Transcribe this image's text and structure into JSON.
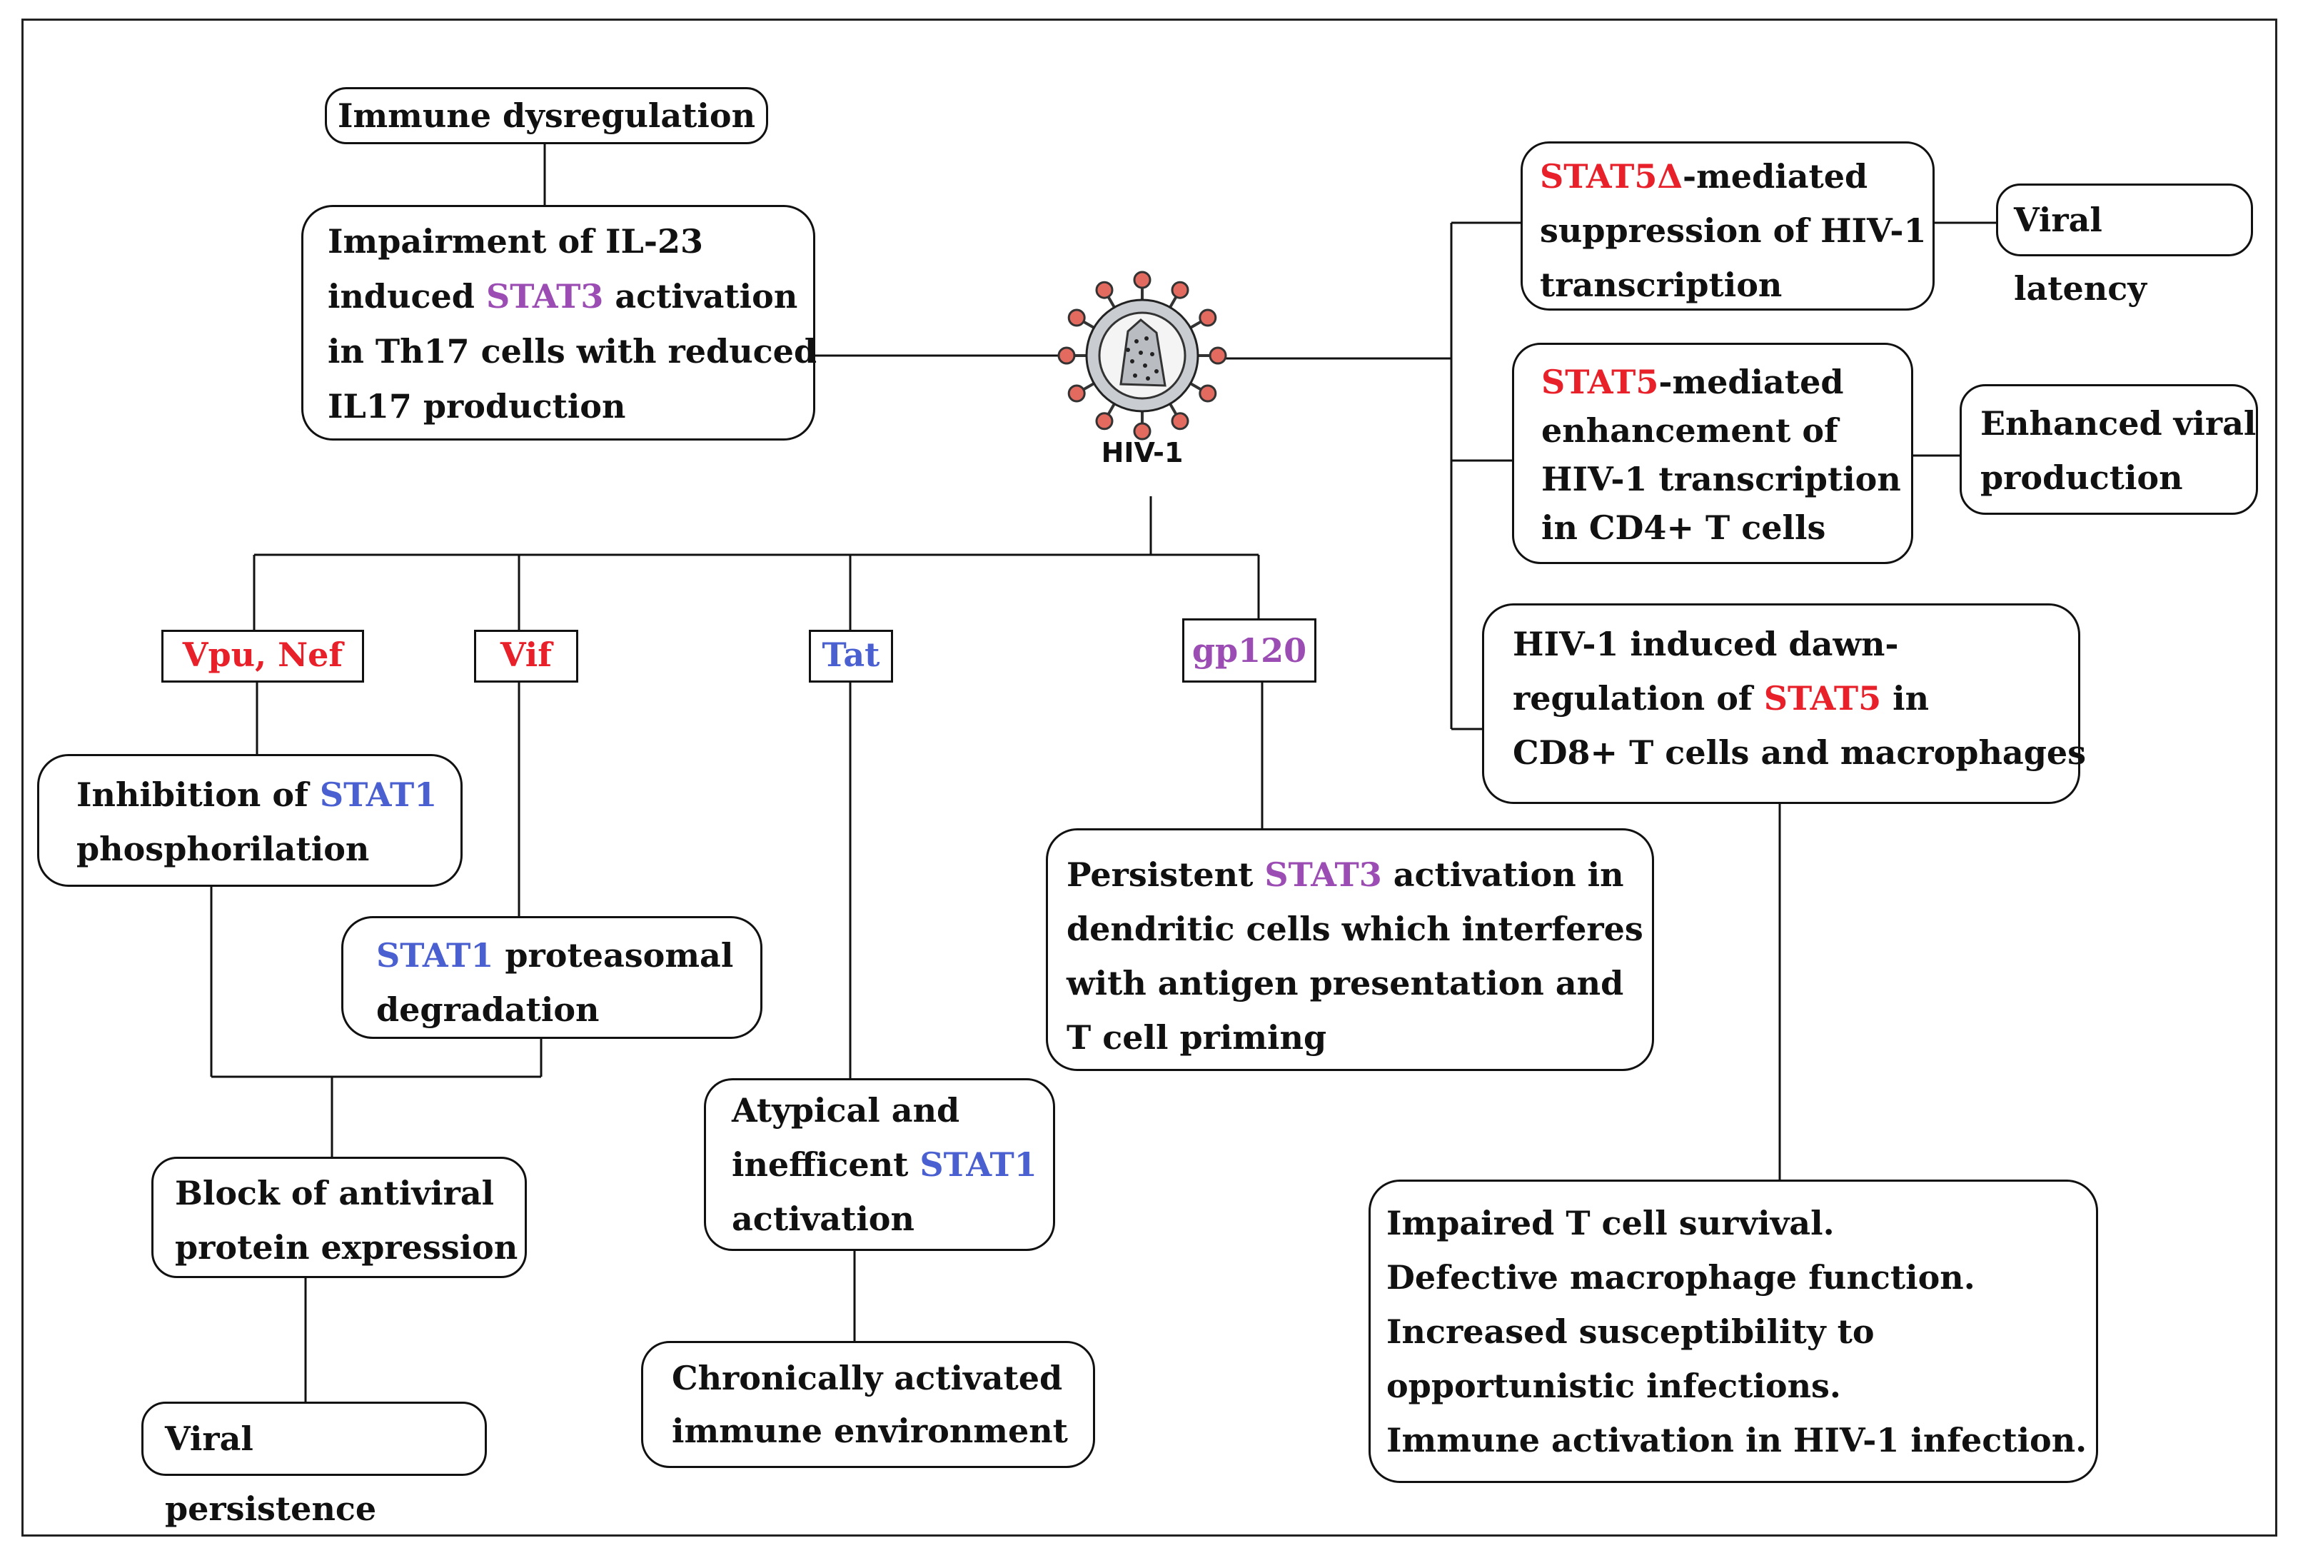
{
  "virus": {
    "label": "HIV-1"
  },
  "top_left": {
    "immune_dysregulation": "Immune dysregulation",
    "il23": {
      "line1": "Impairment of IL-23",
      "line2_pre": "induced ",
      "line2_hl": "STAT3",
      "line2_post": " activation",
      "line3": "in Th17 cells with reduced",
      "line4": "IL17 production"
    }
  },
  "right": {
    "stat5delta": {
      "hl": "STAT5Δ",
      "line1_post": "-mediated",
      "line2": "suppression of HIV-1",
      "line3": "transcription"
    },
    "viral_latency": "Viral latency",
    "stat5": {
      "hl": "STAT5",
      "line1_post": "-mediated",
      "line2": "enhancement  of",
      "line3": "HIV-1 transcription",
      "line4": "in CD4+ T cells"
    },
    "enhanced": {
      "line1": "Enhanced viral",
      "line2": "production"
    },
    "downregulation": {
      "line1": "HIV-1 induced dawn-",
      "line2_pre": "regulation of ",
      "line2_hl": "STAT5",
      "line2_post": " in",
      "line3": "CD8+ T cells and macrophages"
    },
    "outcomes": [
      "Impaired T cell survival.",
      "Defective macrophage function.",
      "Increased susceptibility to",
      "opportunistic infections.",
      "Immune activation in HIV-1 infection."
    ]
  },
  "proteins": {
    "vpu_nef": "Vpu, Nef",
    "vif": "Vif",
    "tat": "Tat",
    "gp120": "gp120"
  },
  "lower": {
    "inhibition": {
      "line1_pre": "Inhibition of ",
      "line1_hl": "STAT1",
      "line2": "phosphorilation"
    },
    "proteasomal": {
      "line1_hl": "STAT1",
      "line1_post": " proteasomal",
      "line2": "degradation"
    },
    "block": {
      "line1": "Block of antiviral",
      "line2": "protein expression"
    },
    "persistence": "Viral persistence",
    "atypical": {
      "line1": "Atypical and",
      "line2_pre": "inefficent ",
      "line2_hl": "STAT1",
      "line3": "activation"
    },
    "chronic": {
      "line1": "Chronically activated",
      "line2": "immune environment"
    },
    "gp120_effect": {
      "line1_pre": "Persistent ",
      "line1_hl": "STAT3",
      "line1_post": " activation in",
      "line2": "dendritic cells  which interferes",
      "line3": "with antigen presentation and",
      "line4": "T cell priming"
    }
  },
  "colors": {
    "stat1": "#4a5fd0",
    "stat3": "#9b4db3",
    "stat5": "#e8202a",
    "virus_body": "#c9cdd1",
    "virus_spike": "#e26a5e"
  }
}
